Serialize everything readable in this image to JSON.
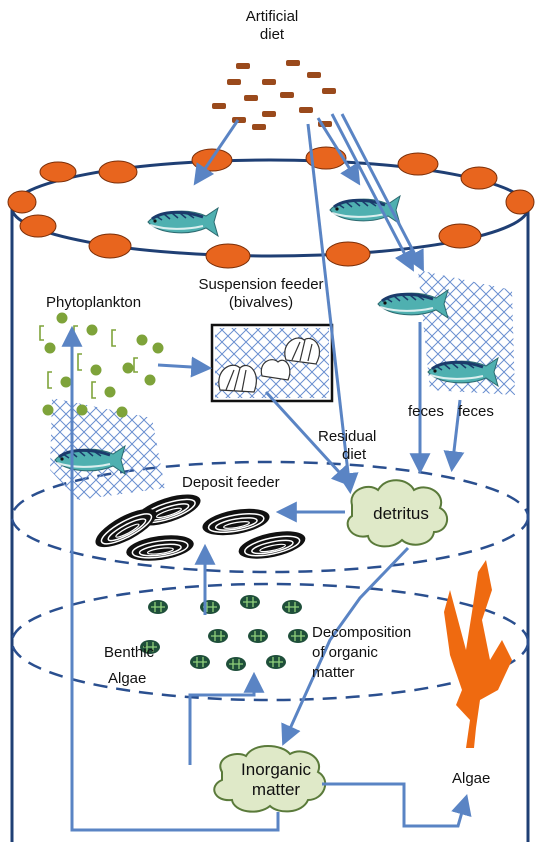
{
  "labels": {
    "artificial_diet_line1": "Artificial",
    "artificial_diet_line2": "diet",
    "phytoplankton": "Phytoplankton",
    "suspension_feeder_line1": "Suspension feeder",
    "suspension_feeder_line2": "(bivalves)",
    "residual_diet_line1": "Residual",
    "residual_diet_line2": "diet",
    "feces_left": "feces",
    "feces_right": "feces",
    "deposit_feeder": "Deposit feeder",
    "detritus": "detritus",
    "benthic_algae_line1": "Benthic",
    "benthic_algae_line2": "Algae",
    "decomposition_line1": "Decomposition",
    "decomposition_line2": "of organic",
    "decomposition_line3": "matter",
    "inorganic_line1": "Inorganic",
    "inorganic_line2": "matter",
    "algae": "Algae"
  },
  "colors": {
    "arrow": "#5a84c4",
    "float": "#e8651e",
    "pellet": "#9a4a1c",
    "phyto": "#7ea33a",
    "cloud_fill": "#dfe9c8",
    "algae": "#ef6a10",
    "benthic": "#1f4f3a",
    "net": "#6a8fd0",
    "fish_body": "#4fb0b0"
  },
  "icons": {
    "fish": "fish-icon",
    "bivalve": "scallop-icon",
    "mussel": "mussel-icon",
    "algae": "seaweed-icon",
    "pellet": "feed-pellet-icon"
  }
}
